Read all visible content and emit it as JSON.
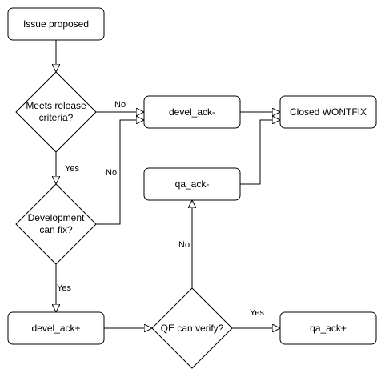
{
  "nodes": {
    "issue_proposed": {
      "label": "Issue proposed"
    },
    "meets_release_criteria": {
      "line1": "Meets release",
      "line2": "criteria?"
    },
    "development_can_fix": {
      "line1": "Development",
      "line2": "can fix?"
    },
    "devel_ack_minus": {
      "label": "devel_ack-"
    },
    "closed_wontfix": {
      "label": "Closed WONTFIX"
    },
    "qa_ack_minus": {
      "label": "qa_ack-"
    },
    "devel_ack_plus": {
      "label": "devel_ack+"
    },
    "qe_can_verify": {
      "label": "QE can verify?"
    },
    "qa_ack_plus": {
      "label": "qa_ack+"
    }
  },
  "edges": {
    "criteria_no": "No",
    "criteria_yes": "Yes",
    "fix_no": "No",
    "fix_yes": "Yes",
    "verify_no": "No",
    "verify_yes": "Yes"
  }
}
